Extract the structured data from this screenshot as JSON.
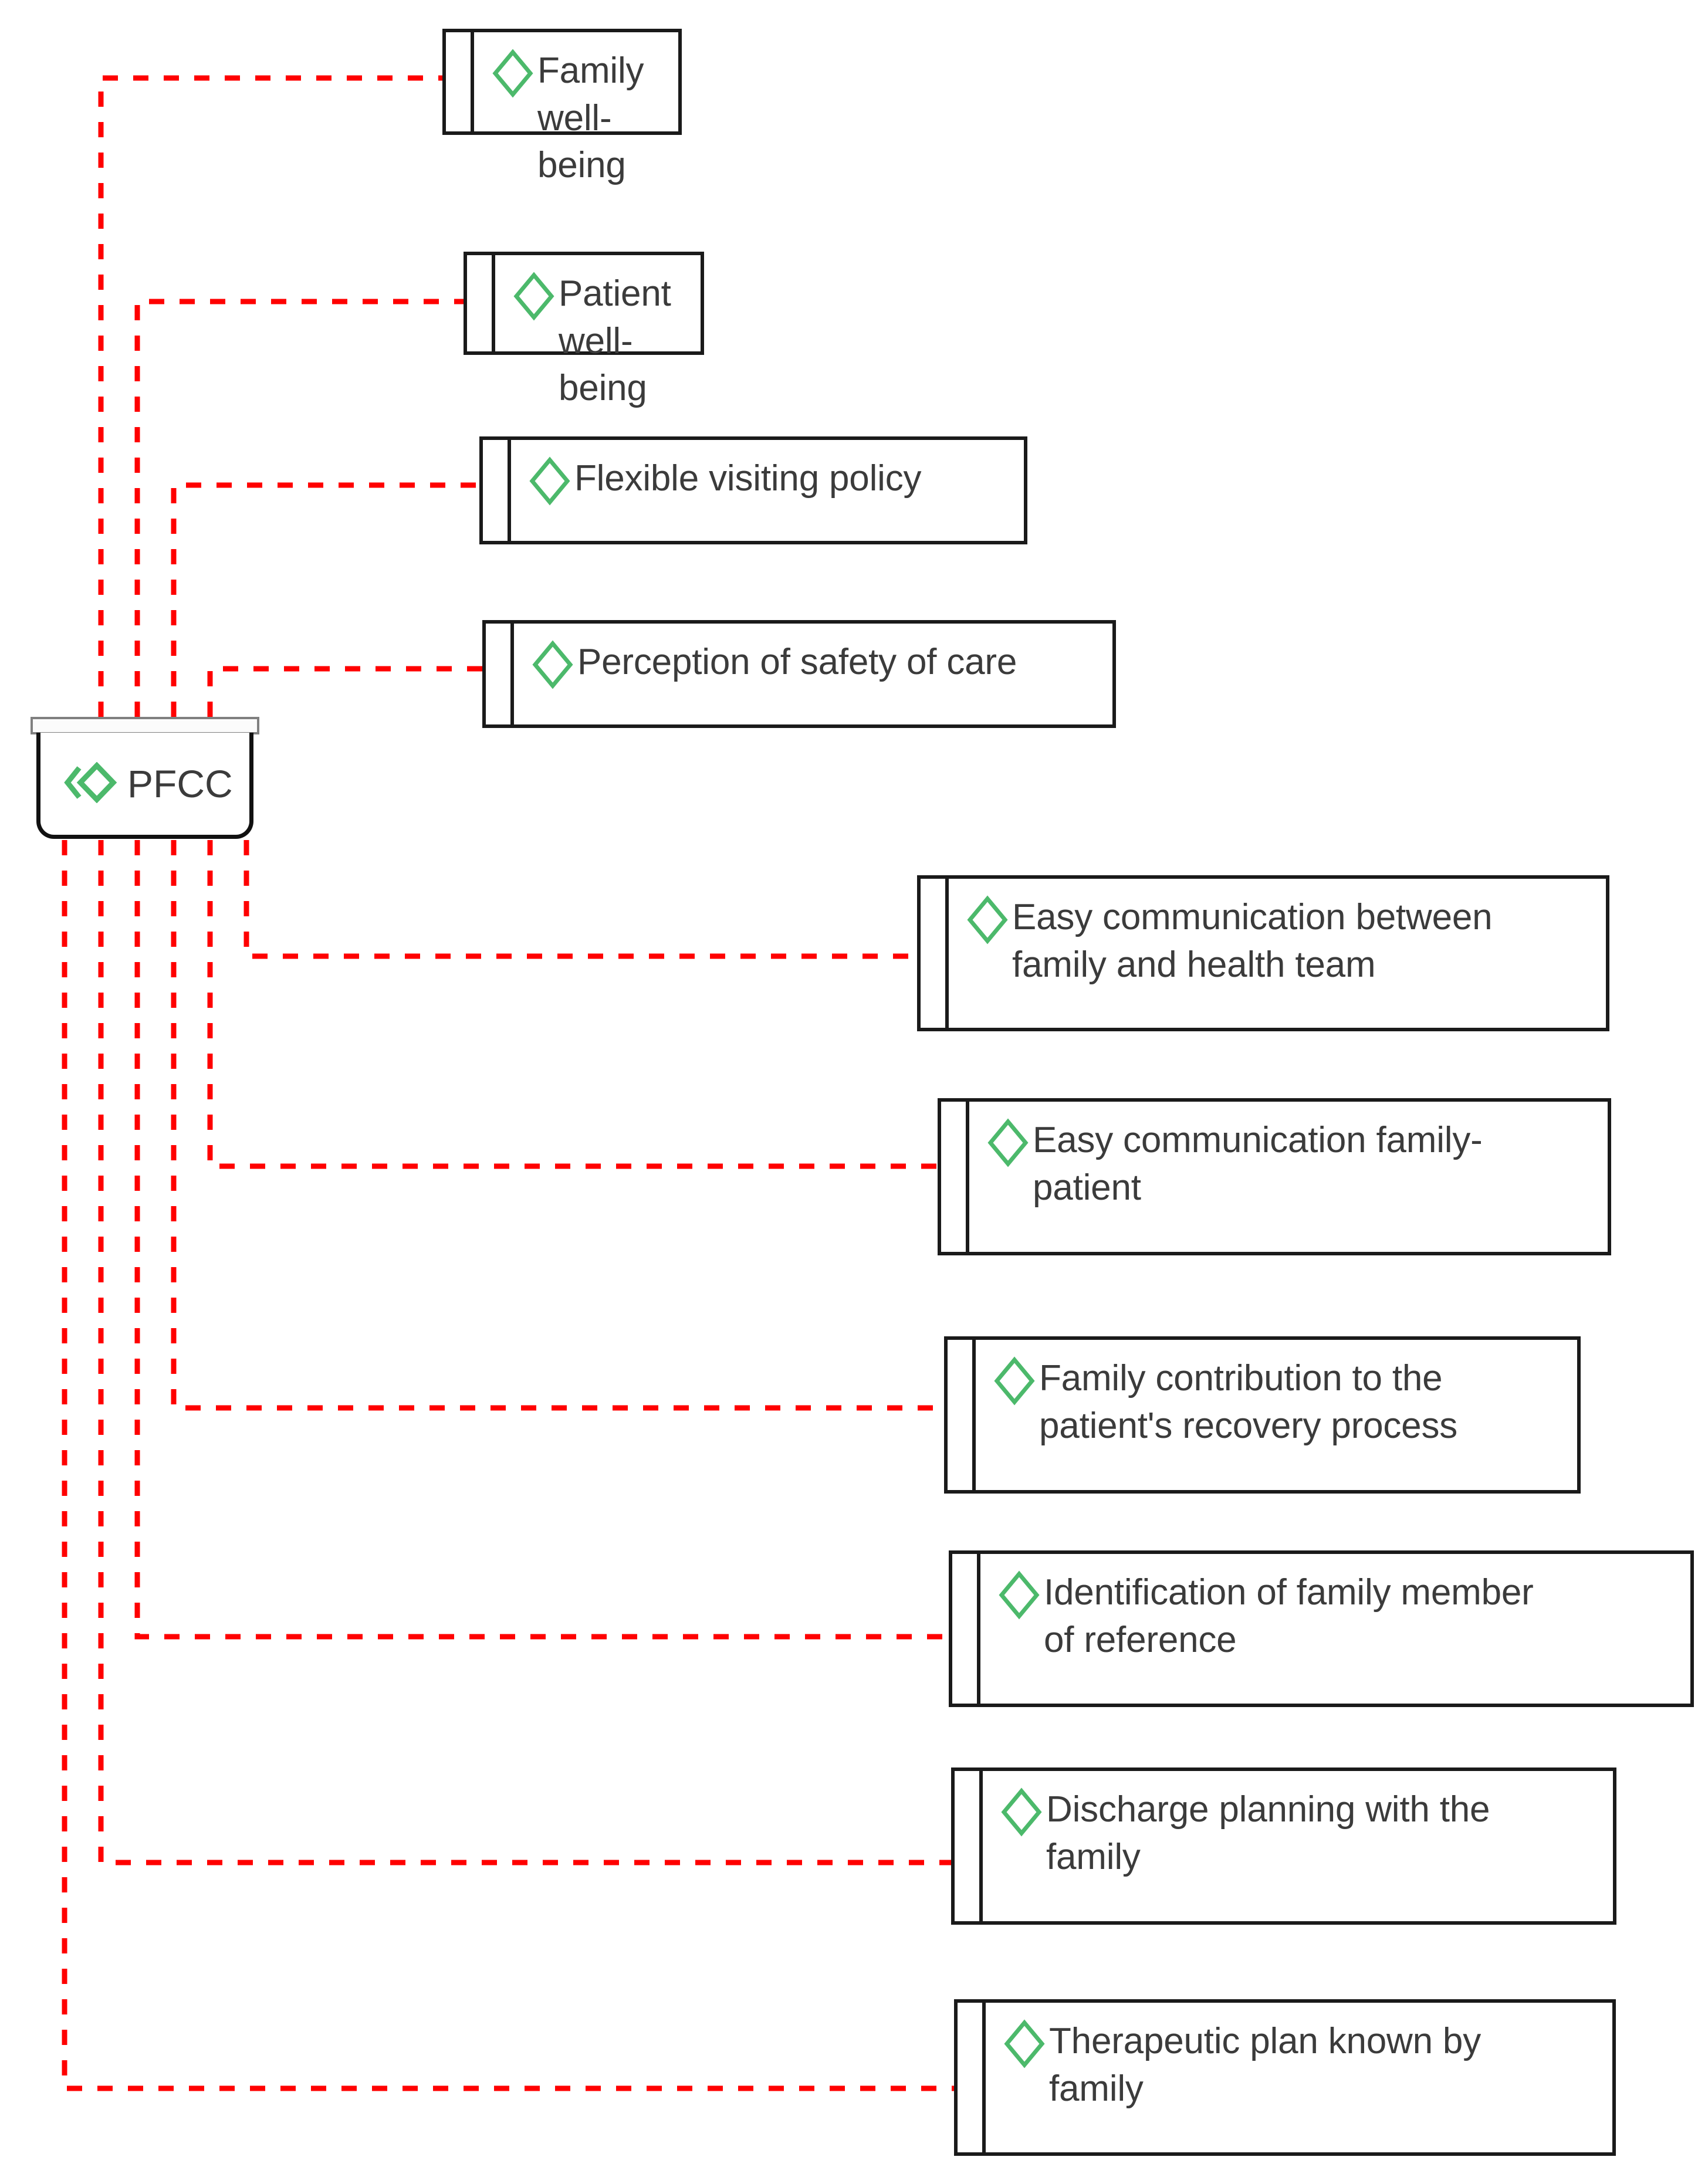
{
  "diagram": {
    "title": "PFCC concept map",
    "accent_color": "#4CB96B",
    "connector_color": "#FF0000",
    "text_color": "#3B3B3B",
    "border_color": "#1A1A1A",
    "root": {
      "label": "PFCC",
      "icon": "double-diamond-icon"
    },
    "nodes": [
      {
        "id": "family-well-being",
        "label": "Family well-being",
        "icon": "diamond-icon"
      },
      {
        "id": "patient-well-being",
        "label": "Patient well-being",
        "icon": "diamond-icon"
      },
      {
        "id": "flexible-visiting-policy",
        "label": "Flexible visiting policy",
        "icon": "diamond-icon"
      },
      {
        "id": "perception-of-safety",
        "label": "Perception of safety of care",
        "icon": "diamond-icon"
      },
      {
        "id": "easy-comm-family-team",
        "label": "Easy communication between\nfamily and health team",
        "icon": "diamond-icon"
      },
      {
        "id": "easy-comm-family-patient",
        "label": "Easy communication family-\npatient",
        "icon": "diamond-icon"
      },
      {
        "id": "family-contribution",
        "label": "Family contribution to the\npatient's recovery process",
        "icon": "diamond-icon"
      },
      {
        "id": "family-member-reference",
        "label": "Identification of family member\nof reference",
        "icon": "diamond-icon"
      },
      {
        "id": "discharge-planning",
        "label": "Discharge planning with the\nfamily",
        "icon": "diamond-icon"
      },
      {
        "id": "therapeutic-plan",
        "label": "Therapeutic plan known by\nfamily",
        "icon": "diamond-icon"
      }
    ]
  }
}
